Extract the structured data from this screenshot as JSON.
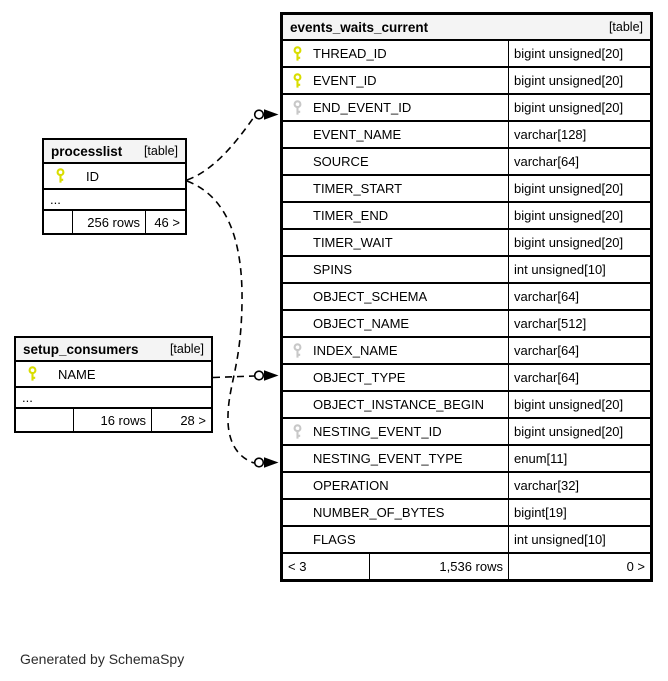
{
  "diagram": {
    "credit": "Generated by SchemaSpy"
  },
  "colors": {
    "primary_key": "#d9dd00",
    "secondary_key": "#c8c8c8",
    "header_bg": "#f4f4f4",
    "border": "#000000"
  },
  "tables": [
    {
      "id": "events_waits_current",
      "name": "events_waits_current",
      "badge": "[table]",
      "columns": [
        {
          "name": "THREAD_ID",
          "type": "bigint unsigned[20]",
          "key": "primary"
        },
        {
          "name": "EVENT_ID",
          "type": "bigint unsigned[20]",
          "key": "primary"
        },
        {
          "name": "END_EVENT_ID",
          "type": "bigint unsigned[20]",
          "key": "index"
        },
        {
          "name": "EVENT_NAME",
          "type": "varchar[128]",
          "key": null
        },
        {
          "name": "SOURCE",
          "type": "varchar[64]",
          "key": null
        },
        {
          "name": "TIMER_START",
          "type": "bigint unsigned[20]",
          "key": null
        },
        {
          "name": "TIMER_END",
          "type": "bigint unsigned[20]",
          "key": null
        },
        {
          "name": "TIMER_WAIT",
          "type": "bigint unsigned[20]",
          "key": null
        },
        {
          "name": "SPINS",
          "type": "int unsigned[10]",
          "key": null
        },
        {
          "name": "OBJECT_SCHEMA",
          "type": "varchar[64]",
          "key": null
        },
        {
          "name": "OBJECT_NAME",
          "type": "varchar[512]",
          "key": null
        },
        {
          "name": "INDEX_NAME",
          "type": "varchar[64]",
          "key": "index"
        },
        {
          "name": "OBJECT_TYPE",
          "type": "varchar[64]",
          "key": null
        },
        {
          "name": "OBJECT_INSTANCE_BEGIN",
          "type": "bigint unsigned[20]",
          "key": null
        },
        {
          "name": "NESTING_EVENT_ID",
          "type": "bigint unsigned[20]",
          "key": "index"
        },
        {
          "name": "NESTING_EVENT_TYPE",
          "type": "enum[11]",
          "key": null
        },
        {
          "name": "OPERATION",
          "type": "varchar[32]",
          "key": null
        },
        {
          "name": "NUMBER_OF_BYTES",
          "type": "bigint[19]",
          "key": null
        },
        {
          "name": "FLAGS",
          "type": "int unsigned[10]",
          "key": null
        }
      ],
      "footer": {
        "left": "< 3",
        "center": "1,536 rows",
        "right": "0 >"
      }
    },
    {
      "id": "processlist",
      "name": "processlist",
      "badge": "[table]",
      "columns": [
        {
          "name": "ID",
          "type": null,
          "key": "primary"
        }
      ],
      "ellipsis": "...",
      "footer": {
        "left": "",
        "center": "256 rows",
        "right": "46 >"
      }
    },
    {
      "id": "setup_consumers",
      "name": "setup_consumers",
      "badge": "[table]",
      "columns": [
        {
          "name": "NAME",
          "type": null,
          "key": "primary"
        }
      ],
      "ellipsis": "...",
      "footer": {
        "left": "",
        "center": "16 rows",
        "right": "28 >"
      }
    }
  ],
  "relationships": [
    {
      "from_table": "processlist",
      "from_column": "ID",
      "to_table": "events_waits_current",
      "to_column": "END_EVENT_ID"
    },
    {
      "from_table": "processlist",
      "from_column": "ID",
      "to_table": "events_waits_current",
      "to_column": "NESTING_EVENT_ID"
    },
    {
      "from_table": "setup_consumers",
      "from_column": "NAME",
      "to_table": "events_waits_current",
      "to_column": "INDEX_NAME"
    }
  ]
}
